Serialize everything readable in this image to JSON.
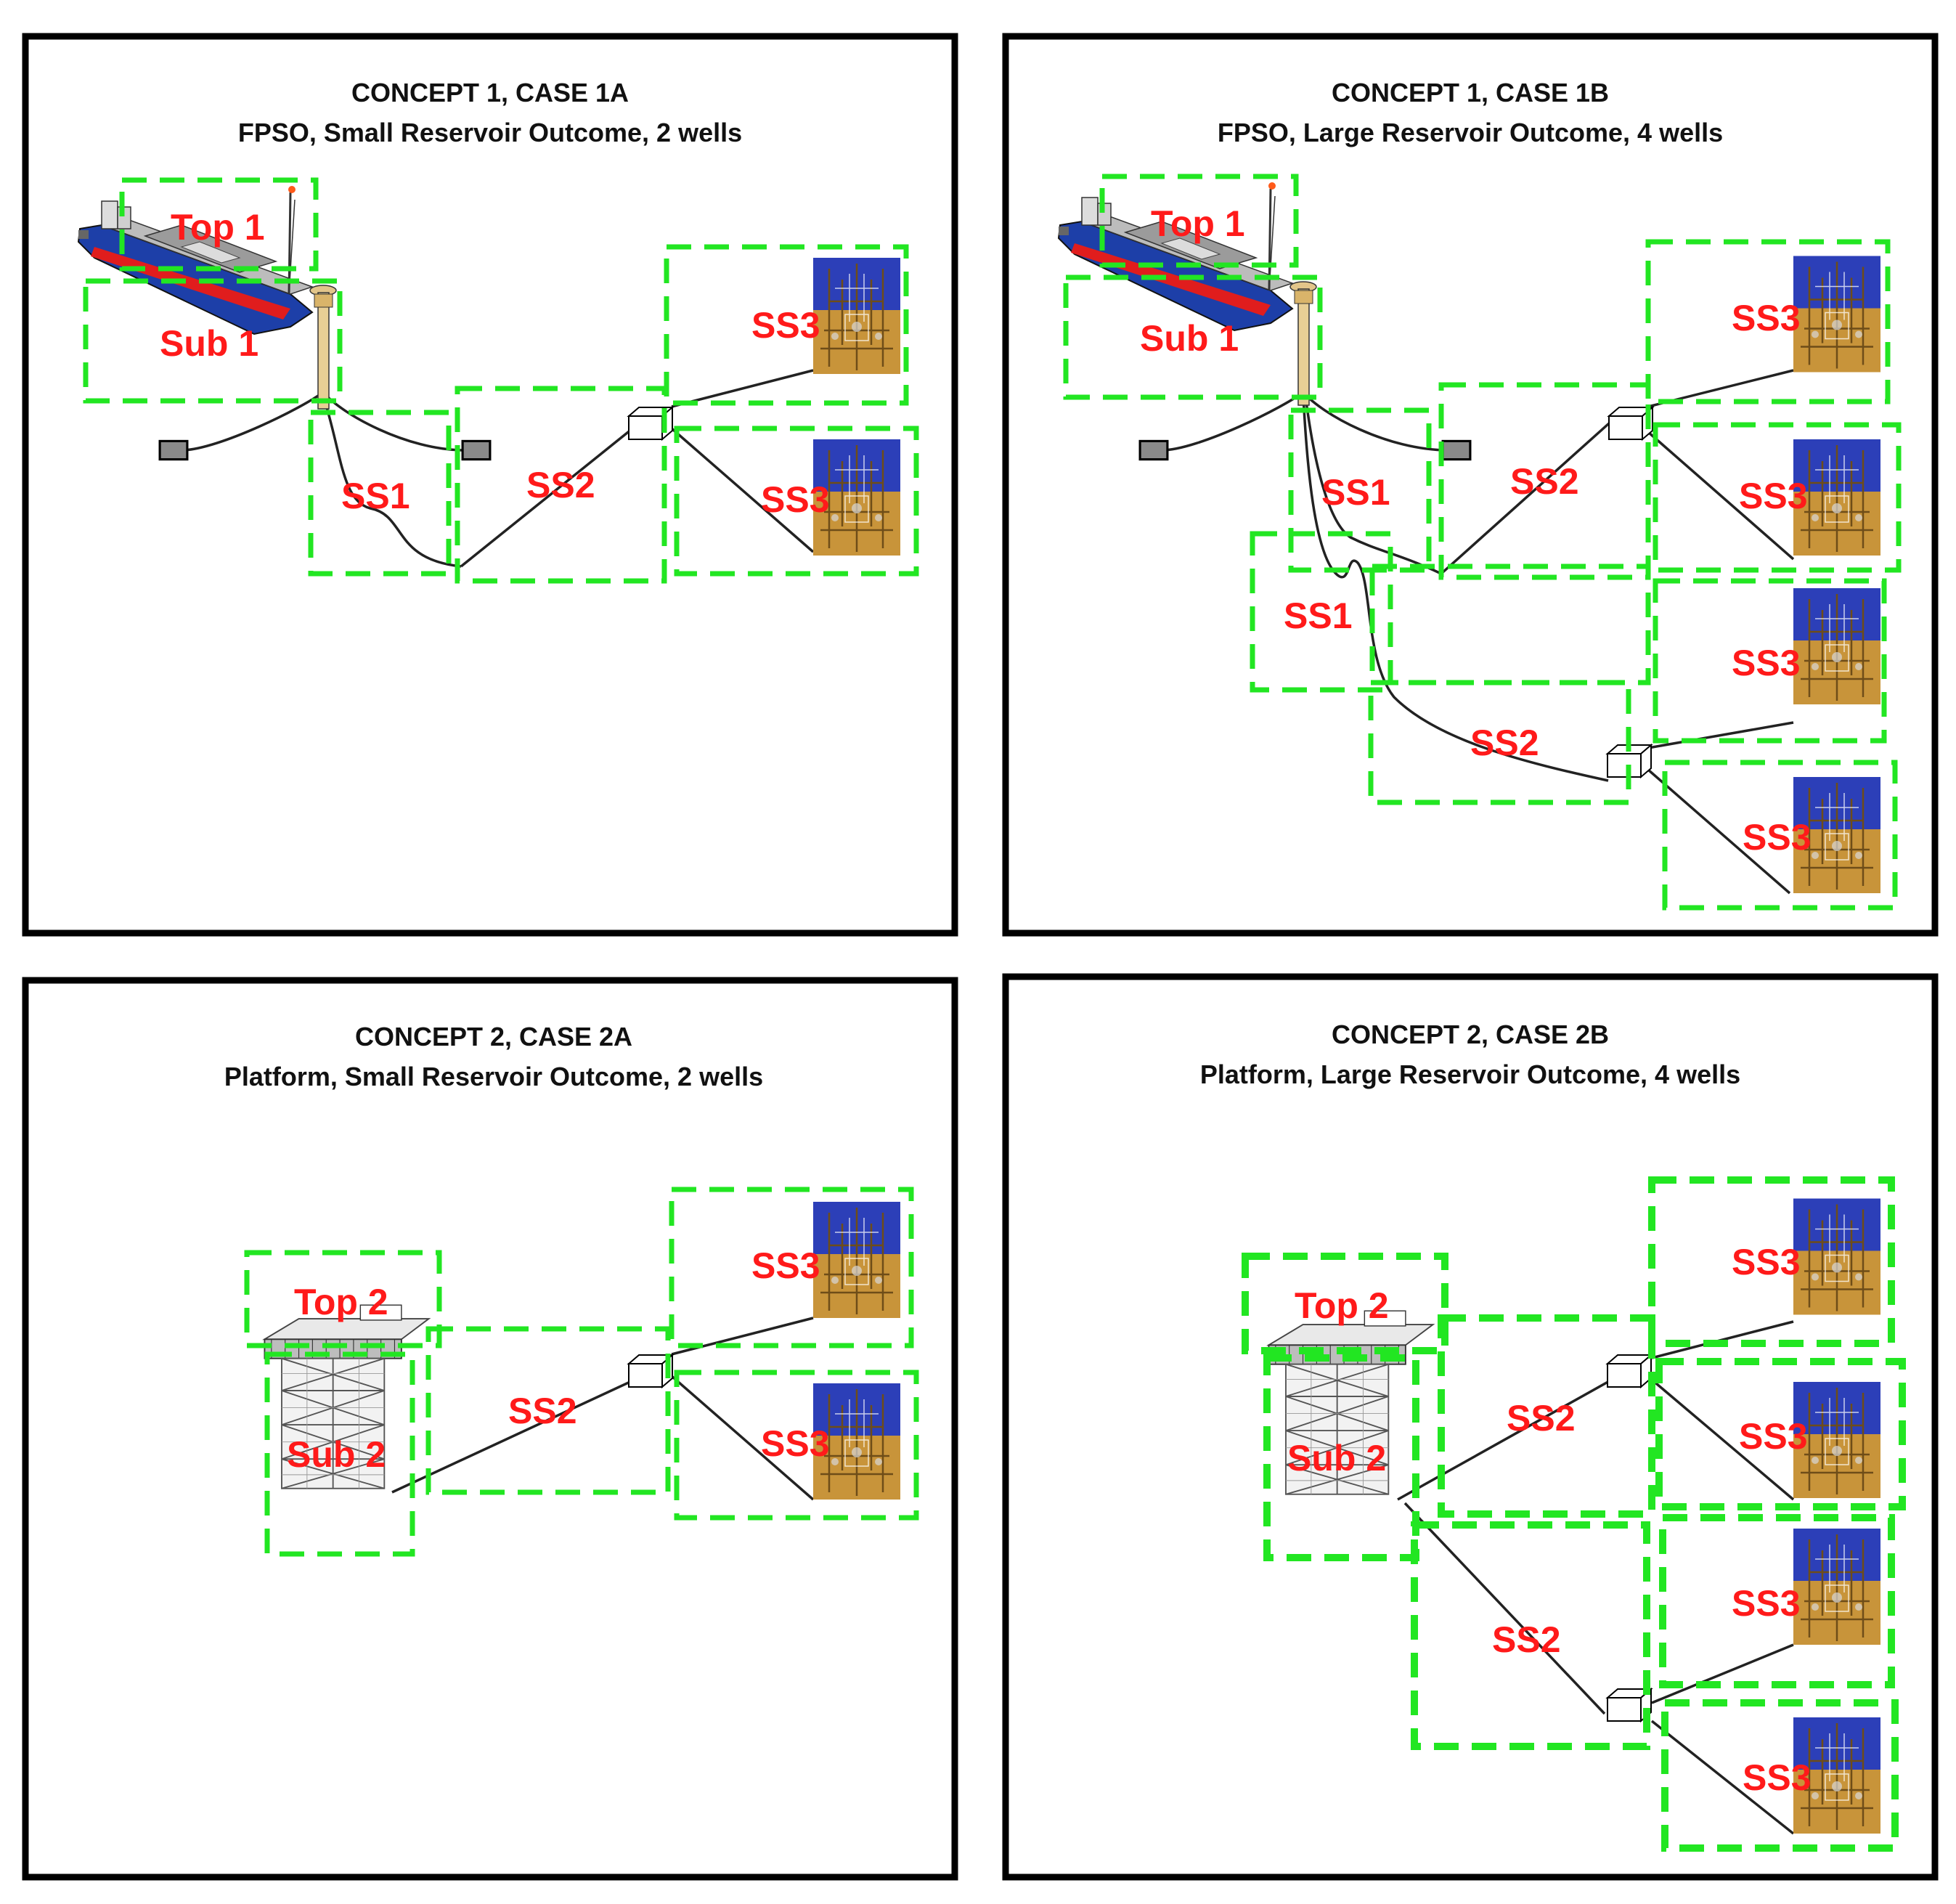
{
  "colors": {
    "box": "#22e622",
    "label": "#ff1a1a",
    "frame": "#000000",
    "line": "#222222"
  },
  "panels": [
    {
      "title1": "CONCEPT 1, CASE 1A",
      "title2": "FPSO, Small Reservoir Outcome, 2 wells",
      "host": "fpso",
      "labels": {
        "top": "Top 1",
        "sub": "Sub 1",
        "ss1": [
          "SS1"
        ],
        "ss2": [
          "SS2"
        ],
        "ss3": [
          "SS3",
          "SS3"
        ]
      }
    },
    {
      "title1": "CONCEPT 1, CASE 1B",
      "title2": "FPSO, Large Reservoir Outcome, 4 wells",
      "host": "fpso",
      "labels": {
        "top": "Top 1",
        "sub": "Sub 1",
        "ss1": [
          "SS1",
          "SS1"
        ],
        "ss2": [
          "SS2",
          "SS2"
        ],
        "ss3": [
          "SS3",
          "SS3",
          "SS3",
          "SS3"
        ]
      }
    },
    {
      "title1": "CONCEPT 2, CASE 2A",
      "title2": "Platform, Small Reservoir Outcome, 2 wells",
      "host": "platform",
      "labels": {
        "top": "Top 2",
        "sub": "Sub 2",
        "ss2": [
          "SS2"
        ],
        "ss3": [
          "SS3",
          "SS3"
        ]
      }
    },
    {
      "title1": "CONCEPT 2, CASE 2B",
      "title2": "Platform, Large Reservoir Outcome, 4 wells",
      "host": "platform",
      "labels": {
        "top": "Top 2",
        "sub": "Sub 2",
        "ss2": [
          "SS2",
          "SS2"
        ],
        "ss3": [
          "SS3",
          "SS3",
          "SS3",
          "SS3"
        ]
      }
    }
  ]
}
